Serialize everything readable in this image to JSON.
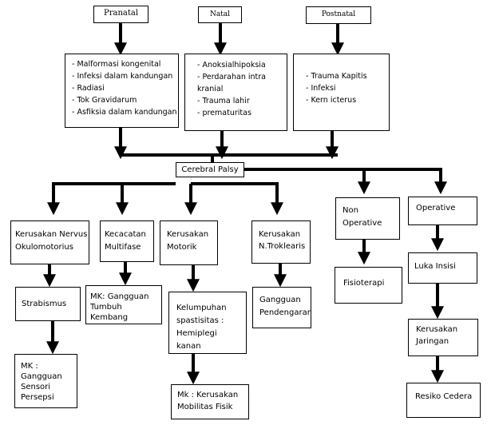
{
  "top": {
    "pranatal": "Pranatal",
    "natal": "Natal",
    "postnatal": "Postnatal"
  },
  "pranatal_items": [
    "Malformasi kongenital",
    "Infeksi dalam kandungan",
    "Radiasi",
    "Tok Gravidarum",
    "Asfiksia dalam kandungan"
  ],
  "natal_items": [
    "Anoksialhipoksia",
    "Perdarahan intra kranial",
    "Trauma lahir",
    "prematuritas"
  ],
  "postnatal_items": [
    "Trauma Kapitis",
    "Infeksi",
    "Kern icterus"
  ],
  "center": "Cerebral Palsy",
  "branches": {
    "nervus": "Kerusakan Nervus Okulomotorius",
    "strabismus": "Strabismus",
    "mk_sensori": "MK : Gangguan Sensori Persepsi",
    "kecacatan": "Kecacatan Multifase",
    "mk_tumbuh": "MK: Gangguan Tumbuh Kembang",
    "motorik": "Kerusakan Motorik",
    "kelumpuhan": "Kelumpuhan spastisitas : Hemiplegi kanan",
    "mk_mobilitas": "Mk : Kerusakan Mobilitas Fisik",
    "troklearis": "Kerusakan N.Troklearis",
    "pendengaran": "Gangguan Pendengaran",
    "non_operative": "Non Operative",
    "fisioterapi": "Fisioterapi",
    "operative": "Operative",
    "luka": "Luka Insisi",
    "jaringan": "Kerusakan Jaringan",
    "resiko": "Resiko Cedera"
  }
}
